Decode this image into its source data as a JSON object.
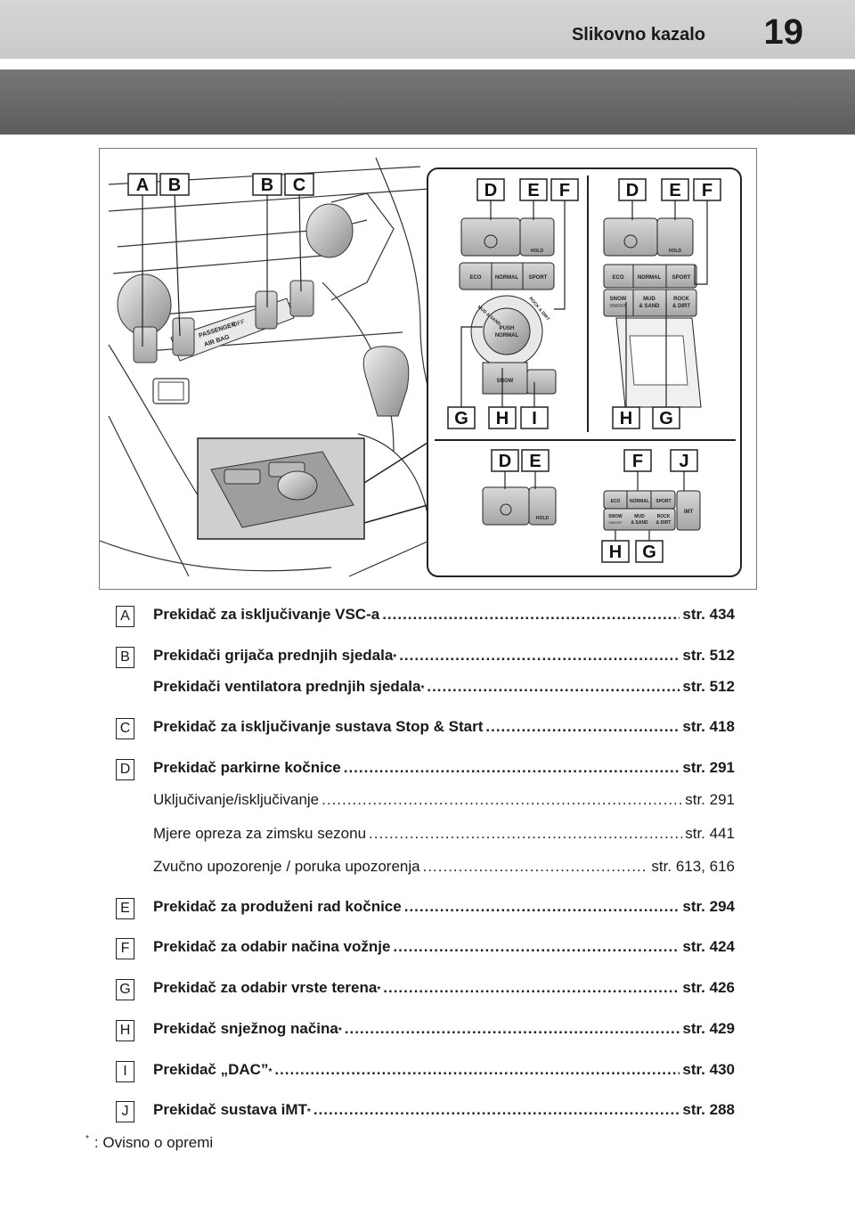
{
  "header": {
    "title": "Slikovno kazalo",
    "page_number": "19"
  },
  "figure": {
    "callouts_top_left": [
      "A",
      "B",
      "B",
      "C"
    ],
    "callouts_panel1_top": [
      "D",
      "E",
      "F"
    ],
    "callouts_panel2_top": [
      "D",
      "E",
      "F"
    ],
    "callouts_panel1_bottom": [
      "G",
      "H",
      "I"
    ],
    "callouts_panel2_bottom": [
      "H",
      "G"
    ],
    "callouts_panel3_top": [
      "D",
      "E",
      "F",
      "J"
    ],
    "callouts_panel3_bottom": [
      "H",
      "G"
    ],
    "console_text": {
      "passenger": "PASSENGER",
      "airbag": "AIR BAG",
      "off": "OFF"
    },
    "panel1_buttons": {
      "hold": "HOLD",
      "eco": "ECO",
      "normal": "NORMAL",
      "sport": "SPORT",
      "mud": "MUD & SAND",
      "rock": "ROCK & DIRT",
      "push": "PUSH",
      "push_normal": "NORMAL",
      "snow": "SNOW"
    },
    "panel2_buttons": {
      "hold": "HOLD",
      "eco": "ECO",
      "normal": "NORMAL",
      "sport": "SPORT",
      "snow": "SNOW",
      "snow_sub": "ON/OFF",
      "mud": "MUD",
      "mud_sub": "& SAND",
      "rock": "ROCK",
      "rock_sub": "& DIRT"
    },
    "panel3_buttons": {
      "hold": "HOLD",
      "eco": "ECO",
      "normal": "NORMAL",
      "sport": "SPORT",
      "snow": "SNOW",
      "snow_sub": "ON/OFF",
      "mud": "MUD",
      "mud_sub": "& SAND",
      "rock": "ROCK",
      "rock_sub": "& DIRT",
      "imt": "iMT"
    }
  },
  "entries": [
    {
      "badge": "A",
      "label": "Prekidač za isključivanje VSC-a",
      "sup": "",
      "ref": "str. 434",
      "bold": true
    },
    {
      "badge": "B",
      "label": "Prekidači grijača prednjih sjedala",
      "sup": "*",
      "ref": "str. 512",
      "bold": true
    },
    {
      "badge": "",
      "label": "Prekidači ventilatora prednjih sjedala",
      "sup": "*",
      "ref": "str. 512",
      "bold": true
    },
    {
      "badge": "C",
      "label": "Prekidač za isključivanje sustava Stop & Start",
      "sup": "",
      "ref": "str. 418",
      "bold": true
    },
    {
      "badge": "D",
      "label": "Prekidač parkirne kočnice",
      "sup": "",
      "ref": "str. 291",
      "bold": true
    },
    {
      "badge": "",
      "label": "Uključivanje/isključivanje",
      "sup": "",
      "ref": "str. 291",
      "bold": false
    },
    {
      "badge": "",
      "label": "Mjere opreza za zimsku sezonu",
      "sup": "",
      "ref": "str. 441",
      "bold": false
    },
    {
      "badge": "",
      "label": "Zvučno upozorenje / poruka upozorenja",
      "sup": "",
      "ref": "str. 613, 616",
      "bold": false
    },
    {
      "badge": "E",
      "label": "Prekidač za produženi rad kočnice",
      "sup": "",
      "ref": "str. 294",
      "bold": true
    },
    {
      "badge": "F",
      "label": "Prekidač za odabir načina vožnje",
      "sup": "",
      "ref": "str. 424",
      "bold": true
    },
    {
      "badge": "G",
      "label": "Prekidač za odabir vrste terena",
      "sup": "*",
      "ref": "str. 426",
      "bold": true
    },
    {
      "badge": "H",
      "label": "Prekidač snježnog načina",
      "sup": "*",
      "ref": "str. 429",
      "bold": true
    },
    {
      "badge": "I",
      "label": "Prekidač „DAC”",
      "sup": "*",
      "ref": "str. 430",
      "bold": true
    },
    {
      "badge": "J",
      "label": "Prekidač sustava iMT",
      "sup": "*",
      "ref": "str. 288",
      "bold": true
    }
  ],
  "footnote": {
    "mark": "*",
    "text": ": Ovisno o opremi"
  }
}
